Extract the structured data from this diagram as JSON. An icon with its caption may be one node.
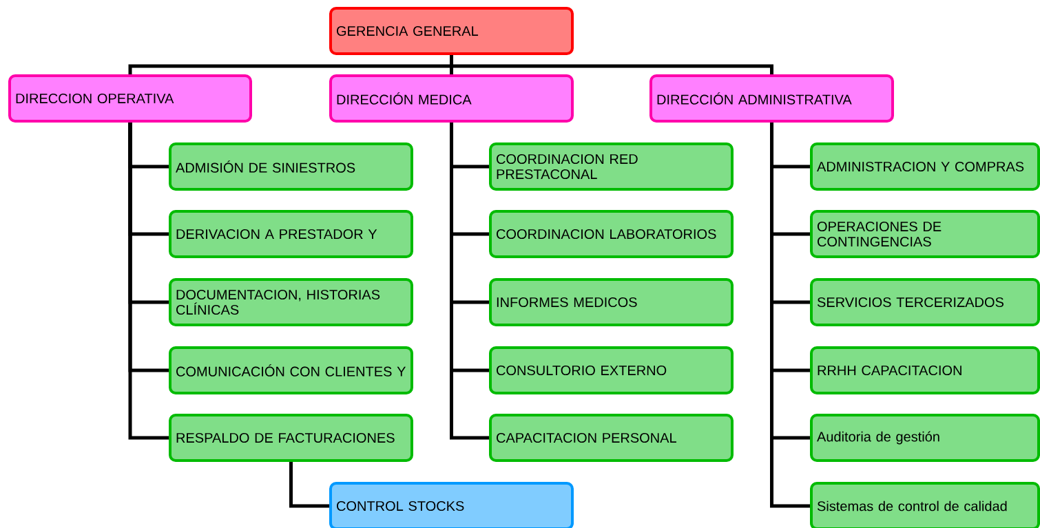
{
  "diagram": {
    "nodes": [
      {
        "text": [
          "GERENCIA GENERAL"
        ]
      },
      {
        "text": [
          "DIRECCION OPERATIVA"
        ]
      },
      {
        "text": [
          "DIRECCIÓN MEDICA"
        ]
      },
      {
        "text": [
          "DIRECCIÓN ADMINISTRATIVA"
        ]
      },
      {
        "text": [
          "ADMISIÓN DE SINIESTROS"
        ]
      },
      {
        "text": [
          "DERIVACION A PRESTADOR Y"
        ]
      },
      {
        "text": [
          "DOCUMENTACION, HISTORIAS CLÍNICAS"
        ]
      },
      {
        "text": [
          "COMUNICACIÓN CON CLIENTES Y"
        ]
      },
      {
        "text": [
          "RESPALDO DE FACTURACIONES"
        ]
      },
      {
        "text": [
          "CONTROL STOCKS"
        ]
      },
      {
        "text": [
          "COORDINACION RED PRESTACONAL"
        ]
      },
      {
        "text": [
          "COORDINACION LABORATORIOS"
        ]
      },
      {
        "text": [
          "INFORMES MEDICOS"
        ]
      },
      {
        "text": [
          "CONSULTORIO EXTERNO"
        ]
      },
      {
        "text": [
          "CAPACITACION PERSONAL"
        ]
      },
      {
        "text": [
          "ADMINISTRACION Y COMPRAS"
        ]
      },
      {
        "text": [
          "OPERACIONES DE CONTINGENCIAS"
        ]
      },
      {
        "text": [
          "SERVICIOS TERCERIZADOS"
        ]
      },
      {
        "text": [
          "RRHH CAPACITACION"
        ]
      },
      {
        "text": [
          "Auditoria de gestión"
        ]
      },
      {
        "text": [
          "Sistemas de control de calidad"
        ]
      }
    ],
    "edges": [
      {
        "from": 0,
        "to": 1,
        "arrow": "none"
      },
      {
        "from": 0,
        "to": 2,
        "arrow": "none"
      },
      {
        "from": 0,
        "to": 3,
        "arrow": "none"
      },
      {
        "from": 1,
        "to": 4,
        "arrow": "none"
      },
      {
        "from": 1,
        "to": 5,
        "arrow": "none"
      },
      {
        "from": 1,
        "to": 6,
        "arrow": "none"
      },
      {
        "from": 1,
        "to": 7,
        "arrow": "none"
      },
      {
        "from": 1,
        "to": 8,
        "arrow": "none"
      },
      {
        "from": 8,
        "to": 9,
        "arrow": "none"
      },
      {
        "from": 2,
        "to": 10,
        "arrow": "none"
      },
      {
        "from": 2,
        "to": 11,
        "arrow": "none"
      },
      {
        "from": 2,
        "to": 12,
        "arrow": "none"
      },
      {
        "from": 2,
        "to": 13,
        "arrow": "none"
      },
      {
        "from": 2,
        "to": 14,
        "arrow": "none"
      },
      {
        "from": 3,
        "to": 15,
        "arrow": "none"
      },
      {
        "from": 3,
        "to": 16,
        "arrow": "none"
      },
      {
        "from": 3,
        "to": 17,
        "arrow": "none"
      },
      {
        "from": 3,
        "to": 18,
        "arrow": "none"
      },
      {
        "from": 3,
        "to": 19,
        "arrow": "none"
      },
      {
        "from": 3,
        "to": 20,
        "arrow": "none"
      }
    ]
  }
}
